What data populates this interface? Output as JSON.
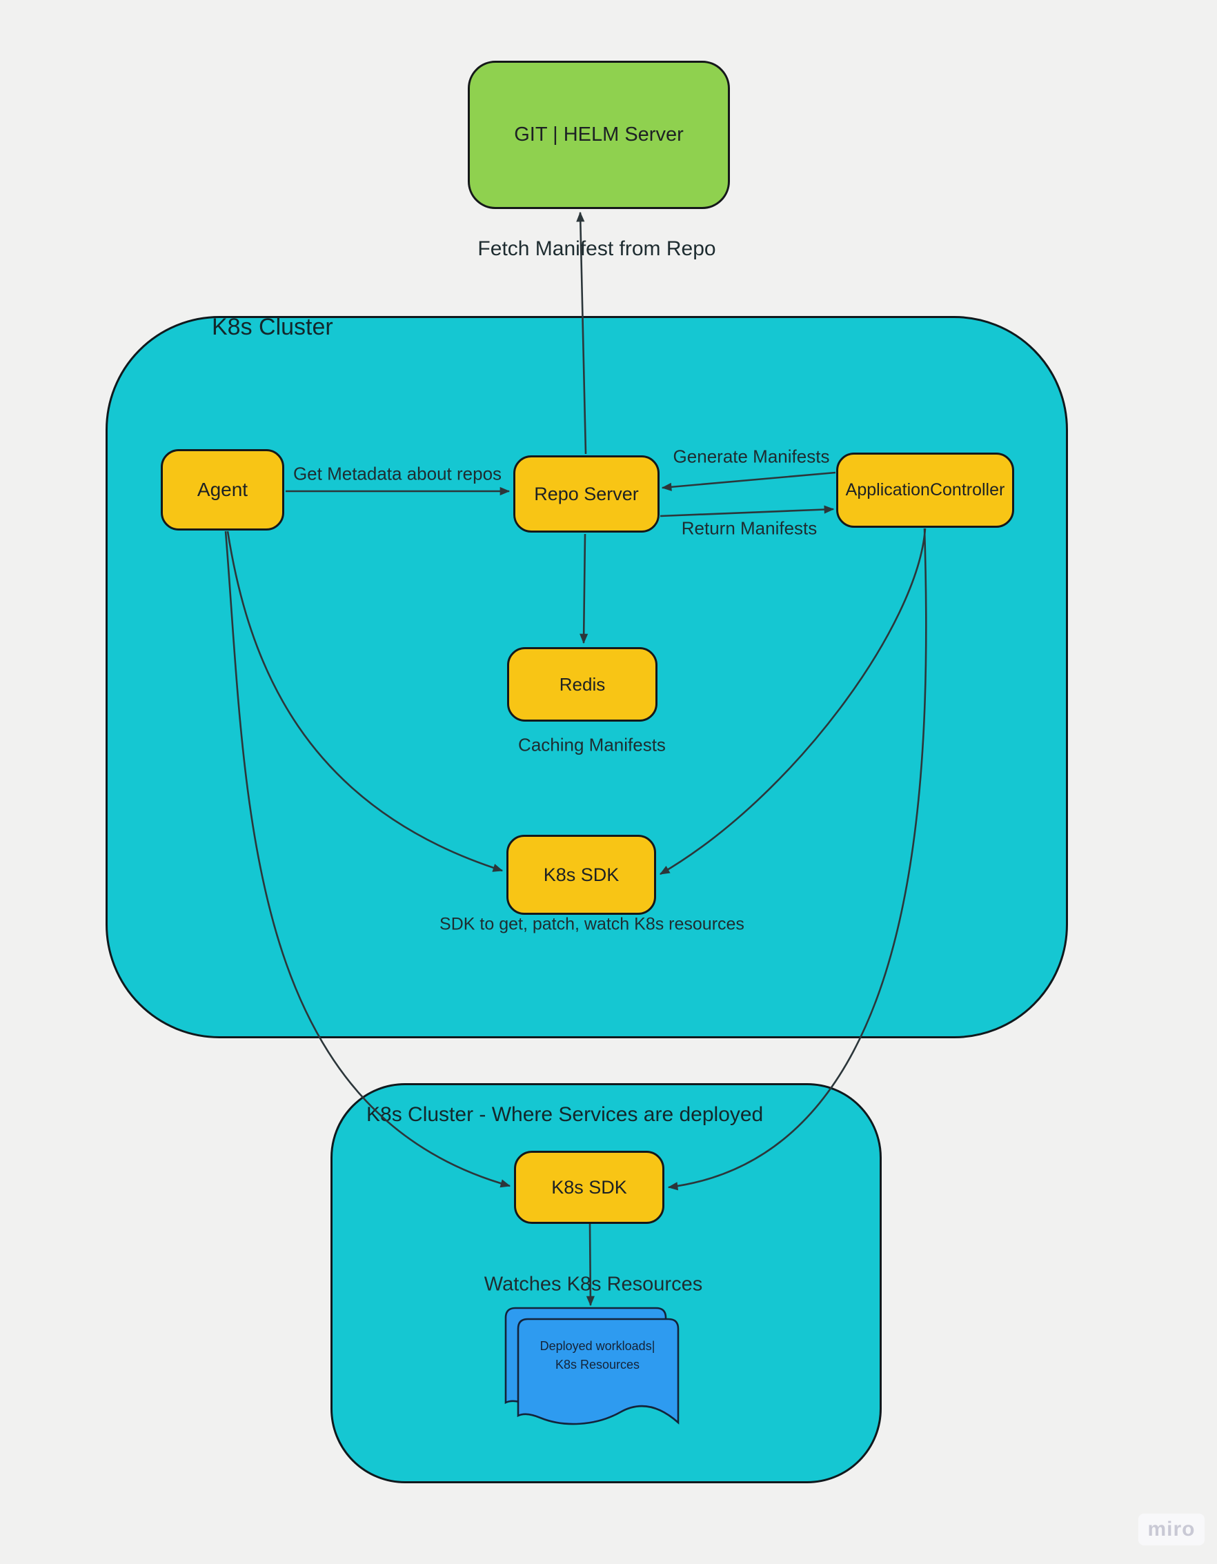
{
  "palette": {
    "background": "#f1f1f0",
    "cluster_fill": "#15c7d2",
    "node_fill": "#f8c515",
    "server_fill": "#8fd14f",
    "document_fill": "#2e9bf0",
    "shape_stroke": "#15181a",
    "connector_stroke": "#2c363a",
    "text_color": "#1d2326",
    "watermark_color": "#c9c9d5"
  },
  "containers": {
    "cluster1": {
      "label": "K8s Cluster"
    },
    "cluster2": {
      "label": "K8s Cluster - Where Services are deployed"
    }
  },
  "nodes": {
    "git_helm": {
      "label": "GIT | HELM Server"
    },
    "agent": {
      "label": "Agent"
    },
    "repo_server": {
      "label": "Repo Server"
    },
    "app_controller": {
      "label": "ApplicationController"
    },
    "redis": {
      "label": "Redis"
    },
    "sdk1": {
      "label": "K8s SDK"
    },
    "sdk2": {
      "label": "K8s SDK"
    },
    "workloads_doc": {
      "line1": "Deployed workloads|",
      "line2": "K8s Resources"
    }
  },
  "edge_labels": {
    "fetch_manifest": "Fetch Manifest from Repo",
    "get_metadata": "Get Metadata about repos",
    "generate_manifests": "Generate Manifests",
    "return_manifests": "Return Manifests",
    "caching_manifests": "Caching Manifests",
    "sdk_description": "SDK to get, patch, watch K8s resources",
    "watches_resources": "Watches K8s Resources"
  },
  "watermark": {
    "label": "miro"
  }
}
